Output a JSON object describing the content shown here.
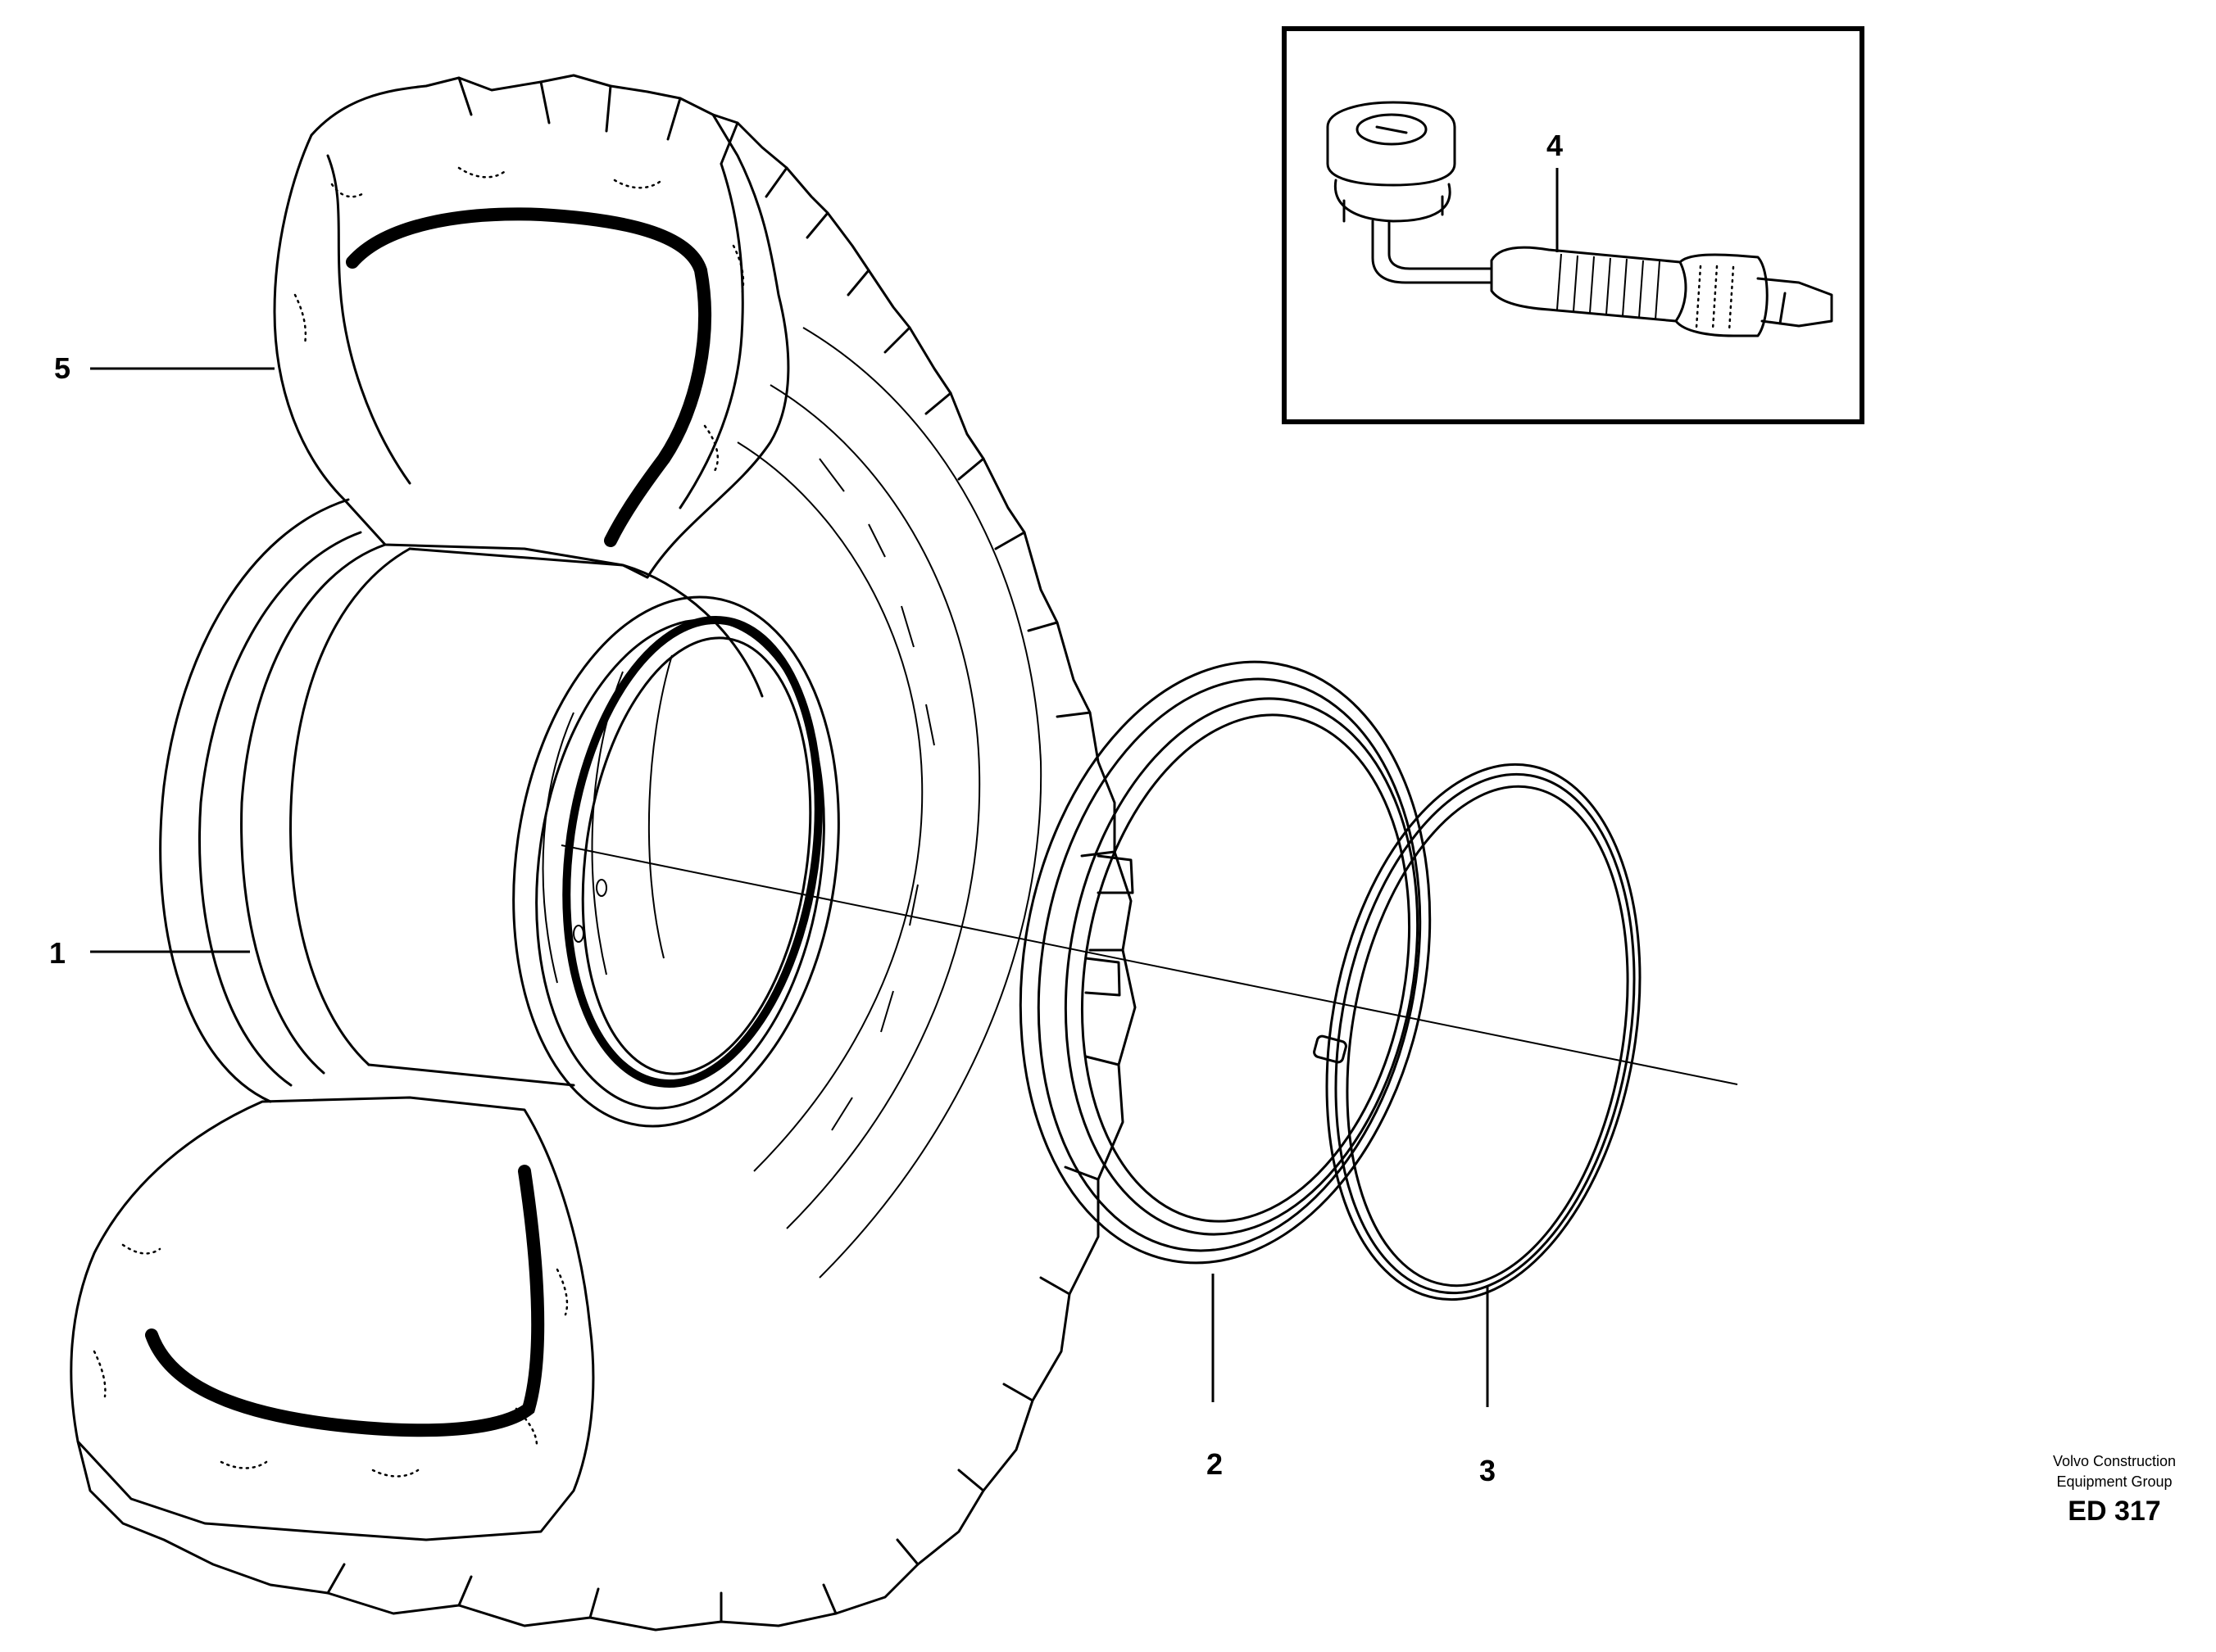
{
  "diagram": {
    "callouts": [
      {
        "id": "1",
        "label": "1"
      },
      {
        "id": "2",
        "label": "2"
      },
      {
        "id": "3",
        "label": "3"
      },
      {
        "id": "4",
        "label": "4"
      },
      {
        "id": "5",
        "label": "5"
      }
    ],
    "credit": {
      "line1": "Volvo Construction",
      "line2": "Equipment Group",
      "code": "ED 317"
    }
  }
}
